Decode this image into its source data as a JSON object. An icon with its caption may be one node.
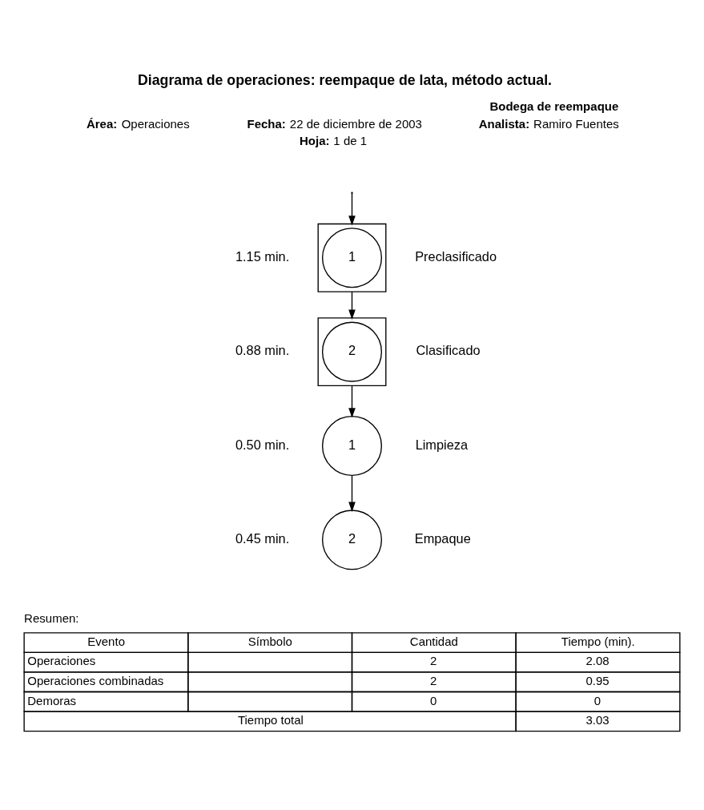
{
  "diagram": {
    "title": "Diagrama de operaciones: reempaque de lata, método actual.",
    "nodes": [
      {
        "text": [],
        "shape": "box"
      },
      {
        "text": [
          "1"
        ],
        "in": 0,
        "beside": [
          "1.15 min.",
          "Preclasificado"
        ]
      },
      {
        "text": [],
        "shape": "box"
      },
      {
        "text": [
          "2"
        ],
        "in": 2,
        "beside": [
          "0.88 min.",
          "Clasificado"
        ]
      },
      {
        "text": [
          "1"
        ],
        "beside": [
          "0.50 min.",
          "Limpieza"
        ]
      },
      {
        "text": [
          "2"
        ],
        "beside": [
          "0.45 min.",
          "Empaque"
        ]
      }
    ],
    "edges": [
      {
        "from": null,
        "to": 0,
        "arrow": "to"
      },
      {
        "from": 0,
        "to": 2,
        "arrow": "to"
      },
      {
        "from": 2,
        "to": 4,
        "arrow": "to"
      },
      {
        "from": 4,
        "to": 5,
        "arrow": "to"
      }
    ],
    "labels": [
      "Bodega de reempaque",
      "**Área:** Operaciones",
      "**Fecha:** 22 de diciembre de 2003",
      "**Analista:** Ramiro Fuentes",
      "**Hoja:** 1 de 1",
      "Resumen:",
      "Evento",
      "Símbolo",
      "Cantidad",
      "Tiempo (min).",
      "Operaciones",
      "2",
      "2.08",
      "Operaciones combinadas",
      "2",
      "0.95",
      "Demoras",
      "0",
      "0",
      "Tiempo total",
      "3.03"
    ]
  }
}
